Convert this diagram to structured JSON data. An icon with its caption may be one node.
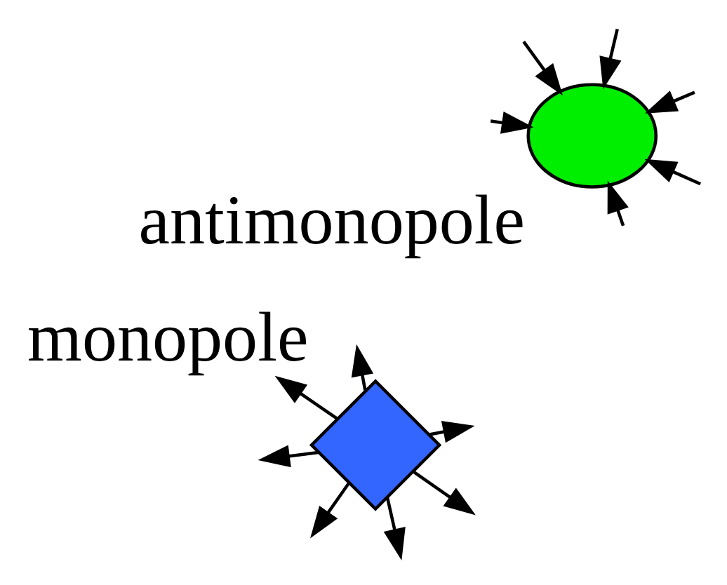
{
  "diagram": {
    "nodes": [
      {
        "text": [],
        "shape": "diamond",
        "beside": [
          "monopole"
        ]
      },
      {
        "text": [],
        "shape": "circle",
        "beside": [
          "antimonopole"
        ]
      }
    ],
    "edges": [
      {
        "from": 0,
        "to": null,
        "arrow": "to"
      },
      {
        "from": 0,
        "to": null,
        "arrow": "to"
      },
      {
        "from": 0,
        "to": null,
        "arrow": "to"
      },
      {
        "from": 0,
        "to": null,
        "arrow": "to"
      },
      {
        "from": 0,
        "to": null,
        "arrow": "to"
      },
      {
        "from": 0,
        "to": null,
        "arrow": "to"
      },
      {
        "from": 0,
        "to": null,
        "arrow": "to"
      },
      {
        "from": null,
        "to": 1,
        "arrow": "to"
      },
      {
        "from": null,
        "to": 1,
        "arrow": "to"
      },
      {
        "from": null,
        "to": 1,
        "arrow": "to"
      },
      {
        "from": null,
        "to": 1,
        "arrow": "to"
      },
      {
        "from": null,
        "to": 1,
        "arrow": "to"
      },
      {
        "from": null,
        "to": 1,
        "arrow": "to"
      }
    ]
  }
}
